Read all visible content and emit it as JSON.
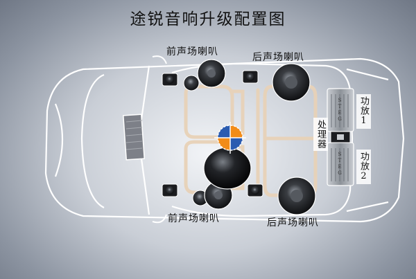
{
  "title": "途锐音响升级配置图",
  "labels": {
    "front_top": "前声场喇叭",
    "rear_top": "后声场喇叭",
    "front_bottom": "前声场喇叭",
    "rear_bottom": "后声场喇叭",
    "processor": "处理器",
    "amp1": "功放1",
    "amp2": "功放2"
  },
  "amp_brand": "STEG",
  "colors": {
    "outline": "#ffffff",
    "speaker": "#222222",
    "seat": "#e8d2b8",
    "target_orange": "#f28c18",
    "target_blue": "#2a5bb0"
  }
}
